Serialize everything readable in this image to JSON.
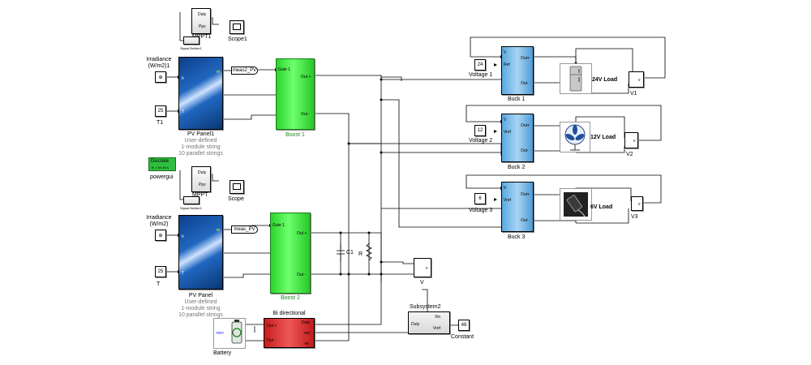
{
  "mppt1": {
    "duty": "Duty",
    "ppv": "Ppv",
    "name": "MPPT1"
  },
  "mppt2": {
    "duty": "Duty",
    "ppv": "Ppv",
    "name": "MPPT"
  },
  "scope1": {
    "name": "Scope1"
  },
  "scope2": {
    "name": "Scope"
  },
  "signal1": {
    "name": "Signal Builder1"
  },
  "signal2": {
    "name": "Signal Builder2"
  },
  "irr1": {
    "label": "Irradiance (W/m2)1"
  },
  "irr2": {
    "label": "Irradiance (W/m2)"
  },
  "t1": {
    "value": "25",
    "name": "T1"
  },
  "t2": {
    "value": "25",
    "name": "T"
  },
  "pv1": {
    "name": "PV Panel1",
    "desc1": "User-defined",
    "desc2": "1-module string",
    "desc3": "10 parallel strings",
    "port_ir": "Ir",
    "port_t": "T",
    "port_m": "m"
  },
  "pv2": {
    "name": "PV Panel",
    "desc1": "User-defined",
    "desc2": "1-module string",
    "desc3": "10 parallel strings",
    "port_ir": "Ir",
    "port_t": "T",
    "port_m": "m"
  },
  "meas1": {
    "label": "meas2_PV"
  },
  "meas2": {
    "label": "meas_PV"
  },
  "boost1": {
    "name": "Boost 1",
    "gate": "Gate 1",
    "outp": "Out +",
    "outn": "Out -"
  },
  "boost2": {
    "name": "Boost 2",
    "gate": "Gate 1",
    "outp": "Out +",
    "outn": "Out -"
  },
  "powergui": {
    "mode": "Discrete",
    "ts": "Ts = 5e-06 s.",
    "name": "powergui"
  },
  "c1": {
    "label": "C1"
  },
  "r": {
    "label": "R"
  },
  "vmeas": {
    "label": "V",
    "port": "v"
  },
  "bidir": {
    "title": "Bi directional",
    "duty": "Duty",
    "outp": "Out +",
    "outn": "Out -",
    "vep": "+ve",
    "ven": "-ve"
  },
  "battery": {
    "name": "Battery",
    "port": "<m>"
  },
  "subsystem": {
    "name": "Subsystem2",
    "vin": "Vin",
    "duty": "Duty",
    "vref": "Vref"
  },
  "const48": {
    "value": "48",
    "name": "Constant"
  },
  "buck1": {
    "name": "Buck 1",
    "v": "V",
    "ref": "Ref",
    "outp": "Out+",
    "outn": "Out-",
    "const": "24",
    "vname": "Voltage 1",
    "load": "24V Load",
    "meter": "V1"
  },
  "buck2": {
    "name": "Buck 2",
    "v": "V",
    "ref": "Vref",
    "outp": "Out+",
    "outn": "Out-",
    "const": "12",
    "vname": "Voltage 2",
    "load": "12V Load",
    "meter": "V2"
  },
  "buck3": {
    "name": "Buck 3",
    "v": "V",
    "ref": "Vref",
    "outp": "Out+",
    "outn": "Out-",
    "const": "6",
    "vname": "Voltage 3",
    "load": "6V Load",
    "meter": "V3"
  }
}
